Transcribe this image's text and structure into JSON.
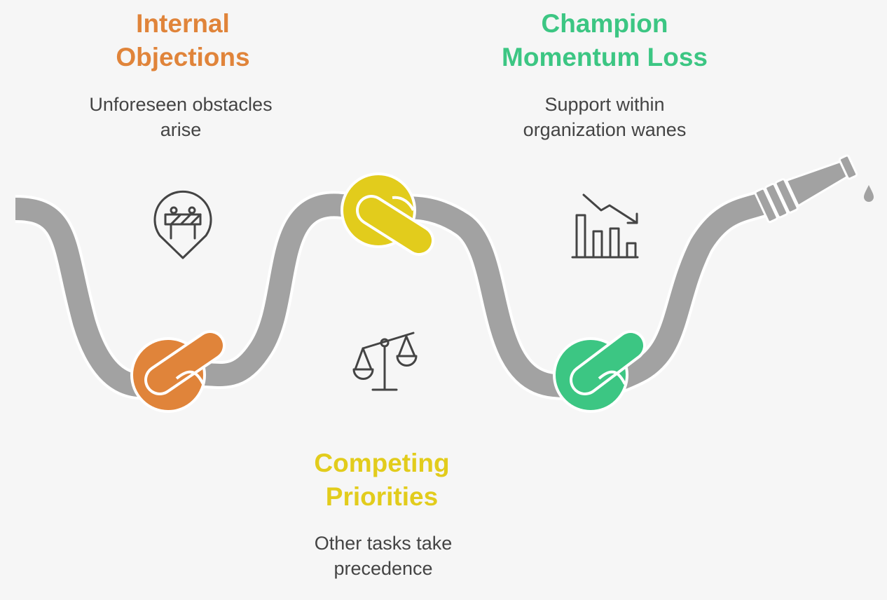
{
  "items": [
    {
      "title_lines": [
        "Internal",
        "Objections"
      ],
      "desc_lines": [
        "Unforeseen obstacles",
        "arise"
      ],
      "color": "#e0843a",
      "icon": "roadblock-pin-icon"
    },
    {
      "title_lines": [
        "Competing",
        "Priorities"
      ],
      "desc_lines": [
        "Other tasks take",
        "precedence"
      ],
      "color": "#e2cc1c",
      "icon": "balance-scale-icon"
    },
    {
      "title_lines": [
        "Champion",
        "Momentum Loss"
      ],
      "desc_lines": [
        "Support within",
        "organization wanes"
      ],
      "color": "#3cc683",
      "icon": "declining-bar-chart-icon"
    }
  ],
  "colors": {
    "hose": "#a2a2a2",
    "icon_stroke": "#444444",
    "background": "#f6f6f6"
  }
}
